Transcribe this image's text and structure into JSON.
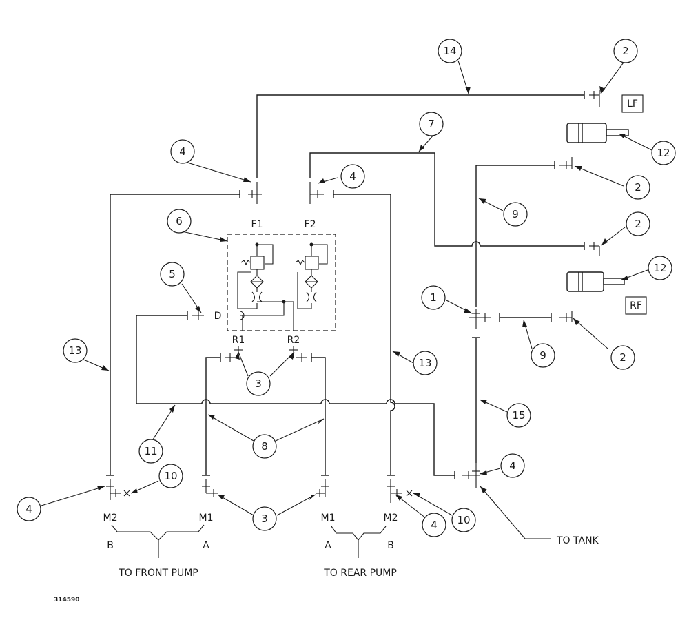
{
  "callouts": {
    "c1": "1",
    "c2": "2",
    "c3": "3",
    "c4": "4",
    "c5": "5",
    "c6": "6",
    "c7": "7",
    "c8": "8",
    "c9": "9",
    "c10": "10",
    "c11": "11",
    "c12": "12",
    "c13": "13",
    "c14": "14",
    "c15": "15"
  },
  "ports": {
    "f1": "F1",
    "f2": "F2",
    "r1": "R1",
    "r2": "R2",
    "d": "D",
    "m2_front": "M2",
    "m1_front": "M1",
    "b_front": "B",
    "a_front": "A",
    "m1_rear": "M1",
    "m2_rear": "M2",
    "a_rear": "A",
    "b_rear": "B"
  },
  "labels": {
    "lf": "LF",
    "rf": "RF",
    "to_front_pump": "TO FRONT PUMP",
    "to_rear_pump": "TO REAR PUMP",
    "to_tank": "TO TANK",
    "drawing_number": "314590"
  }
}
